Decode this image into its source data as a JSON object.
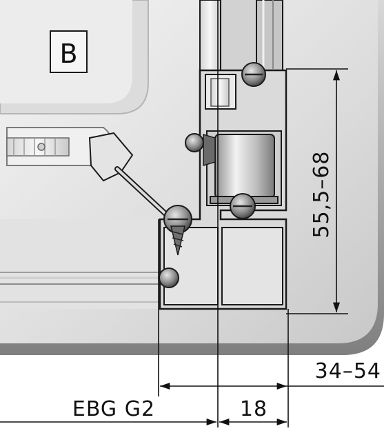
{
  "diagram": {
    "label_box": "B",
    "dimensions": {
      "vertical": "55,5–68",
      "top_right": "34–54",
      "bottom_left": "EBG G2",
      "bottom_middle": "18"
    }
  },
  "colors": {
    "panel_light": "#ededed",
    "panel_mid": "#cfcfcf",
    "panel_dark": "#9a9a9a",
    "profile": "#d8d8d8",
    "outline": "#1a1a1a",
    "screw": "#5a5a5a",
    "gasket": "#b9c4c6"
  }
}
